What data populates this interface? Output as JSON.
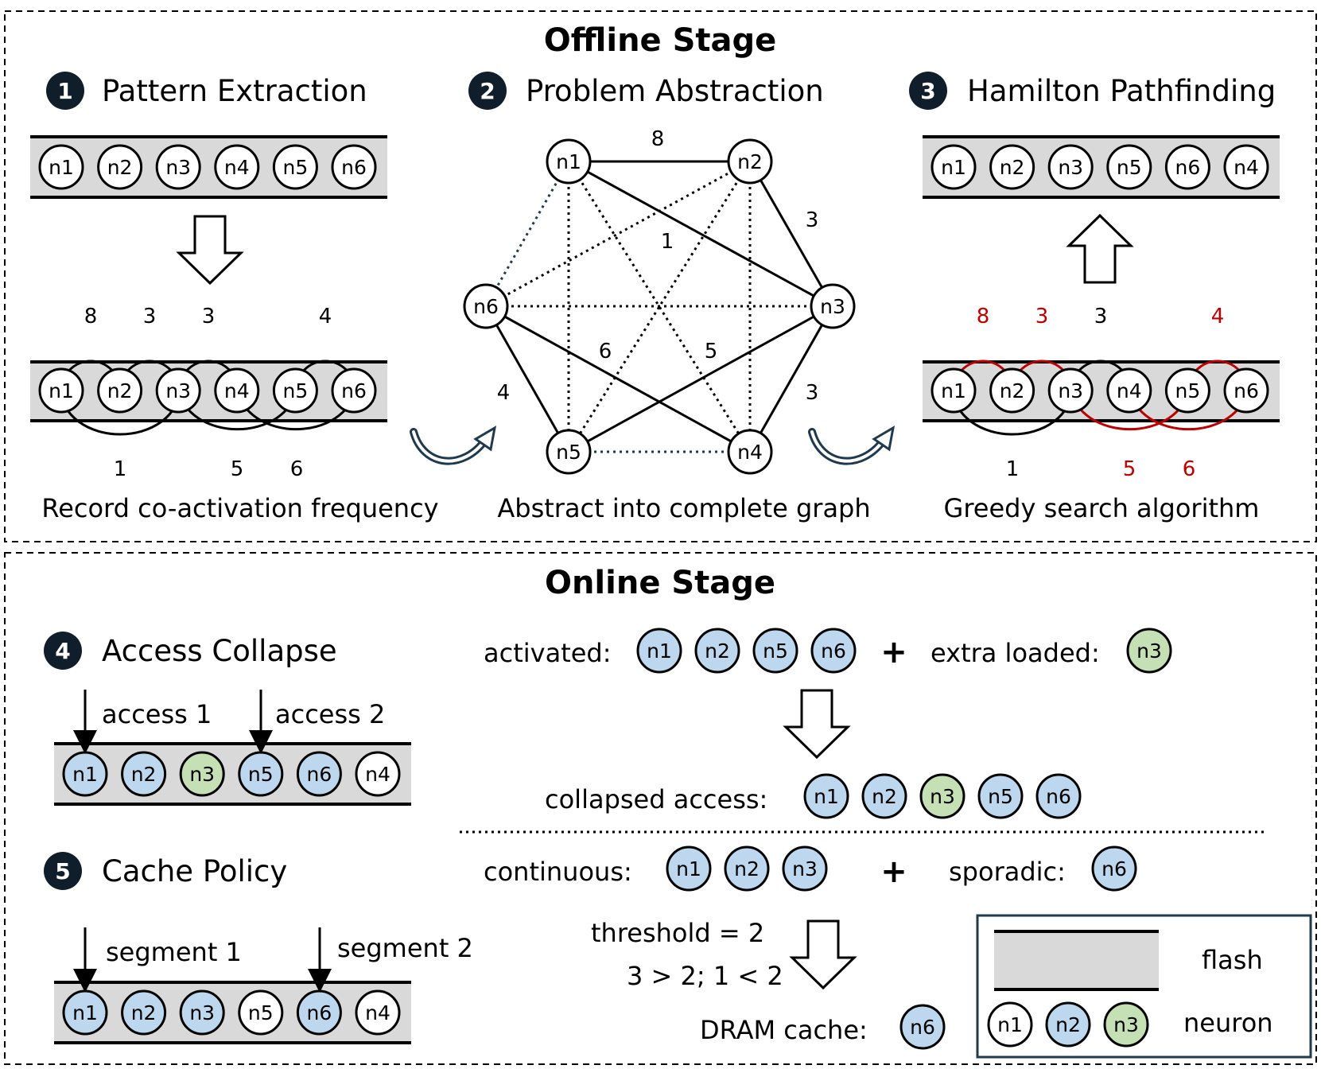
{
  "colors": {
    "flash_fill": "#d9d9d9",
    "activated": "#bdd7ee",
    "extra": "#c5e0b4",
    "plain": "#ffffff",
    "red": "#c00000",
    "legend_border": "#1f3a4d",
    "badge": "#0f1e2a"
  },
  "offline": {
    "title": "Offline Stage",
    "steps": [
      {
        "badge": "1",
        "label": "Pattern Extraction",
        "caption": "Record co-activation frequency"
      },
      {
        "badge": "2",
        "label": "Problem Abstraction",
        "caption": "Abstract into complete graph"
      },
      {
        "badge": "3",
        "label": "Hamilton Pathfinding",
        "caption": "Greedy search algorithm"
      }
    ],
    "initial_order": [
      "n1",
      "n2",
      "n3",
      "n4",
      "n5",
      "n6"
    ],
    "coactivation_weights_top": [
      "8",
      "3",
      "3",
      "4"
    ],
    "coactivation_weights_bottom": [
      "1",
      "5",
      "6"
    ],
    "graph_nodes": [
      "n1",
      "n2",
      "n3",
      "n4",
      "n5",
      "n6"
    ],
    "graph_weights": [
      "8",
      "3",
      "1",
      "3",
      "4",
      "6",
      "5"
    ],
    "hamilton_order": [
      "n1",
      "n2",
      "n3",
      "n5",
      "n6",
      "n4"
    ],
    "ham_weights_top": [
      {
        "v": "8",
        "red": true
      },
      {
        "v": "3",
        "red": true
      },
      {
        "v": "3",
        "red": false
      },
      {
        "v": "4",
        "red": true
      }
    ],
    "ham_weights_bottom": [
      {
        "v": "1",
        "red": false
      },
      {
        "v": "5",
        "red": true
      },
      {
        "v": "6",
        "red": true
      }
    ]
  },
  "online": {
    "title": "Online Stage",
    "step4": {
      "badge": "4",
      "label": "Access Collapse",
      "access1": "access 1",
      "access2": "access 2",
      "row": [
        {
          "n": "n1",
          "c": "activated"
        },
        {
          "n": "n2",
          "c": "activated"
        },
        {
          "n": "n3",
          "c": "extra"
        },
        {
          "n": "n5",
          "c": "activated"
        },
        {
          "n": "n6",
          "c": "activated"
        },
        {
          "n": "n4",
          "c": "plain"
        }
      ]
    },
    "step5": {
      "badge": "5",
      "label": "Cache Policy",
      "segment1": "segment 1",
      "segment2": "segment 2",
      "row": [
        {
          "n": "n1",
          "c": "activated"
        },
        {
          "n": "n2",
          "c": "activated"
        },
        {
          "n": "n3",
          "c": "activated"
        },
        {
          "n": "n5",
          "c": "plain"
        },
        {
          "n": "n6",
          "c": "activated"
        },
        {
          "n": "n4",
          "c": "plain"
        }
      ]
    },
    "activated_label": "activated:",
    "activated": [
      "n1",
      "n2",
      "n5",
      "n6"
    ],
    "plus": "+",
    "extra_label": "extra loaded:",
    "extra": [
      "n3"
    ],
    "collapsed_label": "collapsed access:",
    "collapsed": [
      {
        "n": "n1",
        "c": "activated"
      },
      {
        "n": "n2",
        "c": "activated"
      },
      {
        "n": "n3",
        "c": "extra"
      },
      {
        "n": "n5",
        "c": "activated"
      },
      {
        "n": "n6",
        "c": "activated"
      }
    ],
    "continuous_label": "continuous:",
    "continuous": [
      "n1",
      "n2",
      "n3"
    ],
    "sporadic_label": "sporadic:",
    "sporadic": [
      "n6"
    ],
    "threshold": "threshold = 2",
    "comparison": "3 > 2; 1 < 2",
    "dram_label": "DRAM cache:",
    "dram": [
      "n6"
    ]
  },
  "legend": {
    "flash": "flash",
    "neuron": "neuron",
    "samples": [
      {
        "n": "n1",
        "c": "plain"
      },
      {
        "n": "n2",
        "c": "activated"
      },
      {
        "n": "n3",
        "c": "extra"
      }
    ]
  }
}
